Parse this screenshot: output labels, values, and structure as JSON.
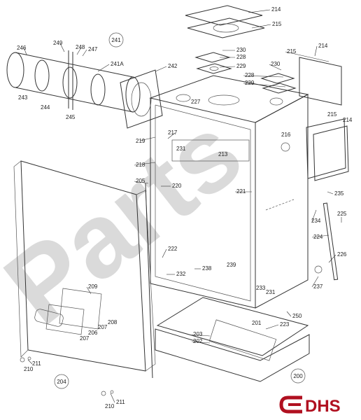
{
  "watermark": "Parts",
  "logo": {
    "text": "DHS",
    "color": "#b01020"
  },
  "part_labels": [
    "214",
    "215",
    "214",
    "215",
    "230",
    "228",
    "229",
    "230",
    "228",
    "229",
    "246",
    "249",
    "248",
    "247",
    "243",
    "244",
    "245",
    "241A",
    "242",
    "227",
    "219",
    "217",
    "231",
    "213",
    "216",
    "215",
    "214",
    "218",
    "205",
    "220",
    "221",
    "235",
    "234",
    "225",
    "224",
    "226",
    "222",
    "232",
    "238",
    "239",
    "237",
    "233",
    "231",
    "250",
    "209",
    "208",
    "207",
    "206",
    "207",
    "201",
    "223",
    "203",
    "202",
    "210",
    "211",
    "210",
    "211"
  ],
  "circled_labels": [
    "241",
    "204",
    "200"
  ]
}
